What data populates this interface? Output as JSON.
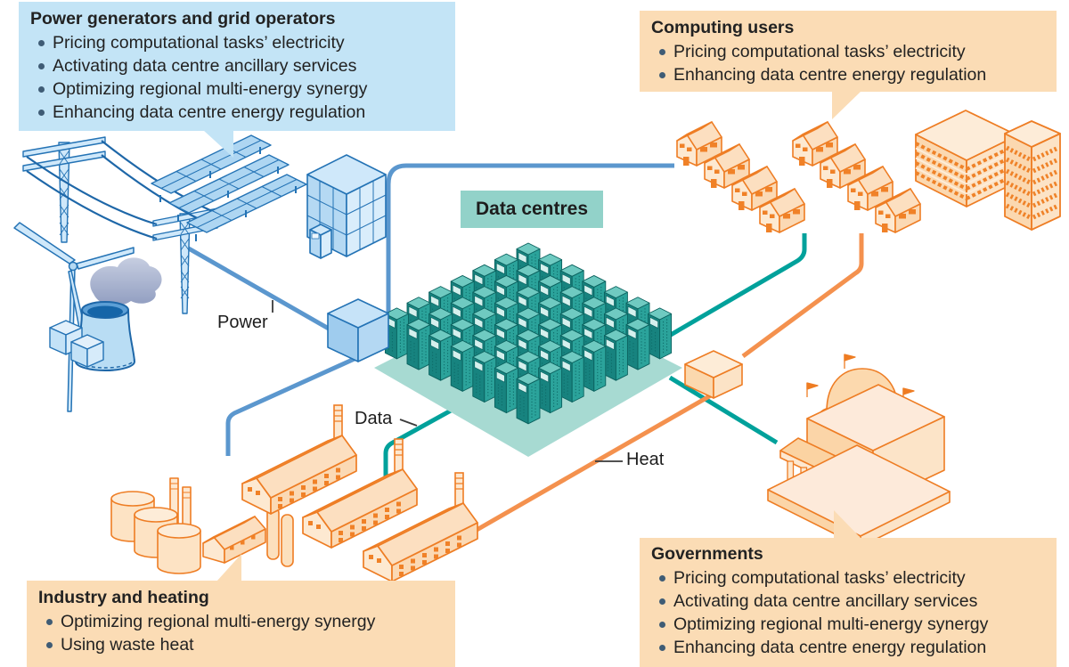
{
  "figure": {
    "data_centre_label": "Data centres",
    "flow_labels": {
      "power": "Power",
      "data": "Data",
      "heat": "Heat"
    }
  },
  "callouts": {
    "power_generators": {
      "title": "Power generators and grid operators",
      "bullets": [
        "Pricing computational tasks’ electricity",
        "Activating data centre ancillary services",
        "Optimizing regional multi-energy synergy",
        "Enhancing data centre energy regulation"
      ]
    },
    "computing_users": {
      "title": "Computing users",
      "bullets": [
        "Pricing computational tasks’ electricity",
        "Enhancing data centre energy regulation"
      ]
    },
    "industry_heating": {
      "title": "Industry and heating",
      "bullets": [
        "Optimizing regional multi-energy synergy",
        "Using waste heat"
      ]
    },
    "governments": {
      "title": "Governments",
      "bullets": [
        "Pricing computational tasks’ electricity",
        "Activating data centre ancillary services",
        "Optimizing regional multi-energy synergy",
        "Enhancing data centre energy regulation"
      ]
    }
  },
  "data_centre": {
    "rack_rows": 7,
    "rack_cols": 7
  },
  "colors": {
    "box-blue-bg": "#c3e4f6",
    "box-peach-bg": "#fbdcb5",
    "label-teal-bg": "#92d2c9",
    "power-blue": "#5b97ce",
    "data-teal": "#00a19b",
    "heat-orange": "#f4914e",
    "text-dark": "#222222",
    "bullet-color": "#3f5c75",
    "blue-stroke": "#2473b5",
    "orange-stroke": "#ee7d24"
  }
}
